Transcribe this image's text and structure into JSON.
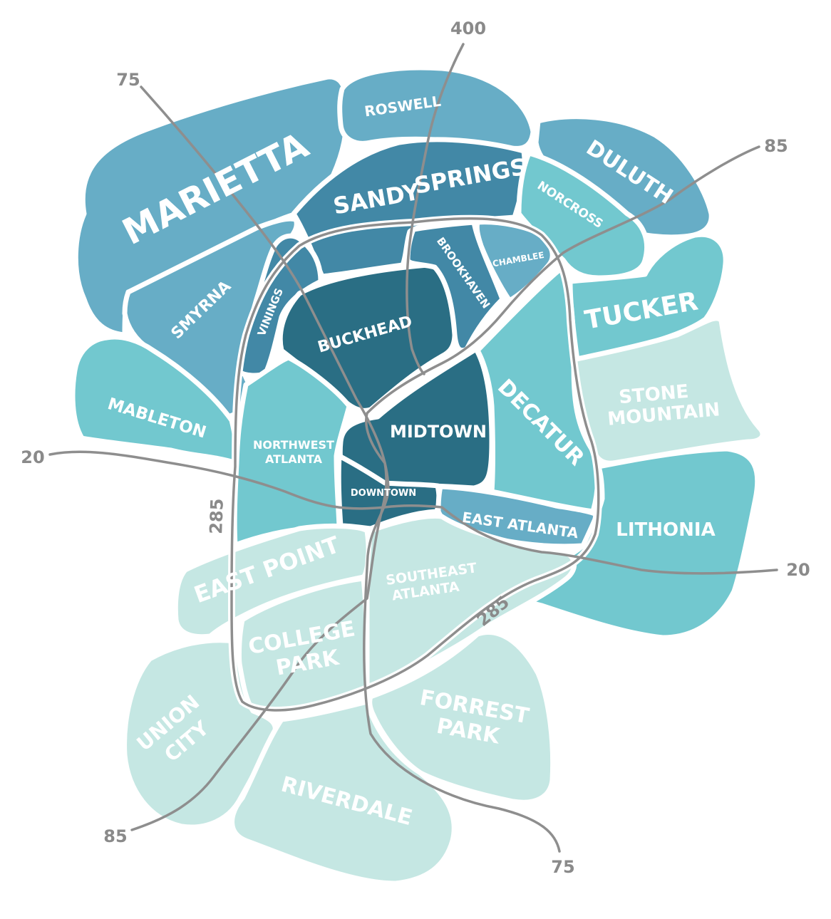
{
  "regions": {
    "marietta": {
      "label": "MARIETTA",
      "color": "#67adc6"
    },
    "roswell": {
      "label": "ROSWELL",
      "color": "#67adc6"
    },
    "sandy": {
      "label": "SANDY",
      "color": "#4288a6"
    },
    "springs": {
      "label": "SPRINGS",
      "color": "#4288a6"
    },
    "duluth": {
      "label": "DULUTH",
      "color": "#67adc6"
    },
    "norcross": {
      "label": "NORCROSS",
      "color": "#72c8cf"
    },
    "smyrna": {
      "label": "SMYRNA",
      "color": "#67adc6"
    },
    "vinings": {
      "label": "VININGS",
      "color": "#4288a6"
    },
    "buckhead": {
      "label": "BUCKHEAD",
      "color": "#2a6e84"
    },
    "brookhaven": {
      "label": "BROOKHAVEN",
      "color": "#4288a6"
    },
    "chamblee": {
      "label": "CHAMBLEE",
      "color": "#67adc6"
    },
    "tucker": {
      "label": "TUCKER",
      "color": "#72c8cf"
    },
    "mableton": {
      "label": "MABLETON",
      "color": "#72c8cf"
    },
    "northwest_atlanta": {
      "label_line1": "NORTHWEST",
      "label_line2": "ATLANTA",
      "color": "#72c8cf"
    },
    "midtown": {
      "label": "MIDTOWN",
      "color": "#2a6e84"
    },
    "downtown": {
      "label": "DOWNTOWN",
      "color": "#2a6e84"
    },
    "decatur": {
      "label": "DECATUR",
      "color": "#72c8cf"
    },
    "stone_mountain": {
      "label_line1": "STONE",
      "label_line2": "MOUNTAIN",
      "color": "#c5e7e3"
    },
    "east_atlanta": {
      "label": "EAST ATLANTA",
      "color": "#67adc6"
    },
    "lithonia": {
      "label": "LITHONIA",
      "color": "#72c8cf"
    },
    "east_point": {
      "label": "EAST POINT",
      "color": "#c5e7e3"
    },
    "southeast_atlanta": {
      "label_line1": "SOUTHEAST",
      "label_line2": "ATLANTA",
      "color": "#c5e7e3"
    },
    "college_park": {
      "label_line1": "COLLEGE",
      "label_line2": "PARK",
      "color": "#c5e7e3"
    },
    "union_city": {
      "label_line1": "UNION",
      "label_line2": "CITY",
      "color": "#c5e7e3"
    },
    "forrest_park": {
      "label_line1": "FORREST",
      "label_line2": "PARK",
      "color": "#c5e7e3"
    },
    "riverdale": {
      "label": "RIVERDALE",
      "color": "#c5e7e3"
    }
  },
  "highways": {
    "i400": "400",
    "i75_north": "75",
    "i75_south": "75",
    "i85_north": "85",
    "i85_south": "85",
    "i20_west": "20",
    "i20_east": "20",
    "i285_west": "285",
    "i285_south": "285"
  },
  "colors": {
    "road": "#8e8e8e",
    "road_label": "#8a8a8a"
  }
}
